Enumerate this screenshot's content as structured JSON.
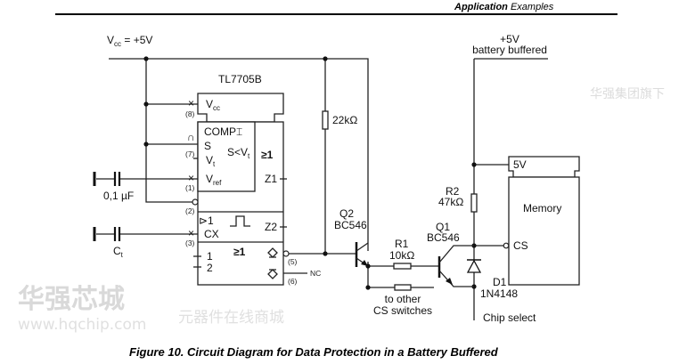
{
  "header": {
    "section_bold": "Application",
    "section_rest": " Examples"
  },
  "supply": {
    "vcc_label": "V",
    "vcc_sub": "cc",
    "vcc_value": " = +5V",
    "battery_line1": "+5V",
    "battery_line2": "battery buffered"
  },
  "ic": {
    "name": "TL7705B",
    "vcc_pin": "V",
    "vcc_pin_sub": "cc",
    "comp": "COMP",
    "schmitt_symbol": "⌶",
    "sense_symbol": "∩",
    "s_pin": "S",
    "vt_pin": "V",
    "vt_sub": "t",
    "vref_pin": "V",
    "vref_sub": "ref",
    "condition": "S<V",
    "condition_sub": "t",
    "or_gate_1": "≥1",
    "z1": "Z1",
    "mono_trigger": "⊳1",
    "cx_pin": "CX",
    "z2": "Z2",
    "or_gate_2": "≥1",
    "input_1": "1",
    "input_2": "2",
    "pins": [
      "(8)",
      "(7)",
      "(1)",
      "(2)",
      "(3)",
      "(5)",
      "(6)"
    ],
    "nc_label": "NC"
  },
  "components": {
    "c_ref": "0,1 µF",
    "c_t": "C",
    "c_t_sub": "t",
    "r_pullup": "22kΩ",
    "q2_name": "Q2",
    "q2_type": "BC546",
    "r1_name": "R1",
    "r1_value": "10kΩ",
    "q1_name": "Q1",
    "q1_type": "BC546",
    "r2_name": "R2",
    "r2_value": "47kΩ",
    "d1_name": "D1",
    "d1_type": "1N4148",
    "other_line1": "to other",
    "other_line2": "CS switches",
    "chip_select": "Chip select"
  },
  "memory": {
    "label": "Memory",
    "supply_pin": "5V",
    "cs_pin": "CS"
  },
  "watermark": {
    "brand_cn": "华强芯城",
    "url": "www.hqchip.com",
    "tag1": "华强集团旗下",
    "tag2": "元器件在线商城"
  },
  "caption": "Figure 10. Circuit Diagram for Data Protection in a Battery Buffered"
}
